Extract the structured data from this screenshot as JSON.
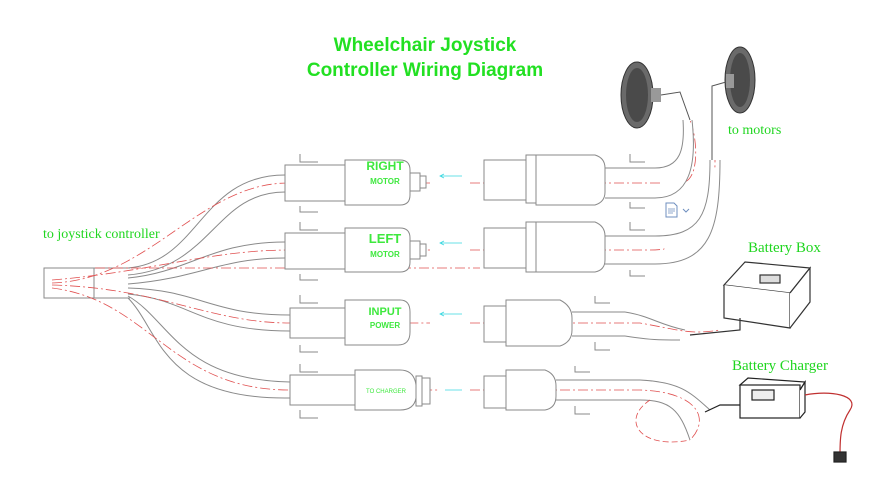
{
  "title": {
    "line1": "Wheelchair Joystick",
    "line2": "Controller Wiring Diagram"
  },
  "labels": {
    "joystick": "to joystick controller",
    "motors": "to motors",
    "battery_box": "Battery Box",
    "battery_charger": "Battery Charger"
  },
  "connectors": {
    "right_motor": {
      "line1": "RIGHT",
      "line2": "MOTOR"
    },
    "left_motor": {
      "line1": "LEFT",
      "line2": "MOTOR"
    },
    "input_power": {
      "line1": "INPUT",
      "line2": "POWER"
    },
    "charger": {
      "line1": "TO CHARGER"
    }
  },
  "colors": {
    "title": "#22e022",
    "label": "#1fd61f",
    "wire_outline": "#888888",
    "center_line": "#e05050",
    "arrow": "#3ad7e0"
  }
}
